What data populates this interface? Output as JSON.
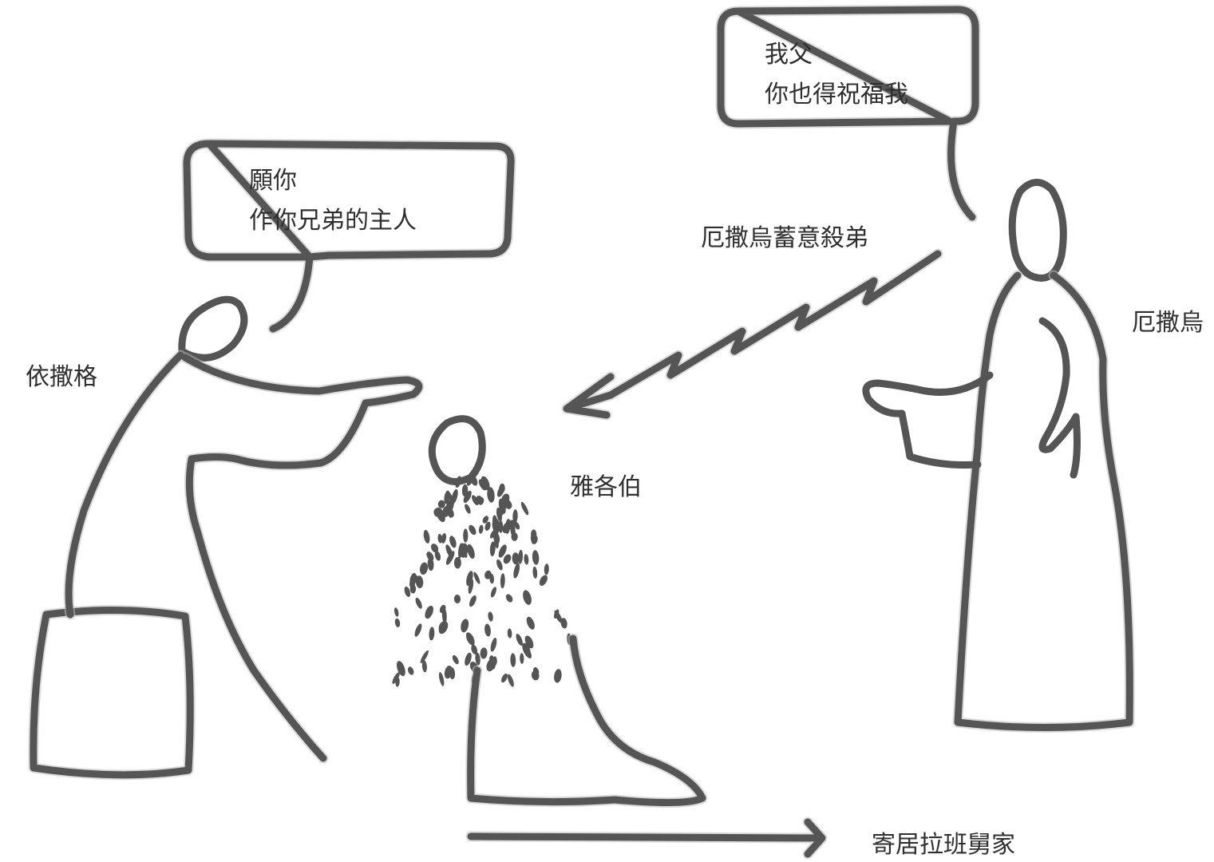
{
  "colors": {
    "ink": "#555555",
    "text": "#2f2f2f",
    "background": "#ffffff"
  },
  "bubbles": {
    "isaac": {
      "line1": "願你",
      "line2": "作你兄弟的主人"
    },
    "esau": {
      "line1": "我父",
      "line2": "你也得祝福我"
    }
  },
  "labels": {
    "isaac": "依撒格",
    "esau": "厄撒烏",
    "jacob": "雅各伯",
    "threat": "厄撒烏蓄意殺弟",
    "journey": "寄居拉班舅家"
  }
}
